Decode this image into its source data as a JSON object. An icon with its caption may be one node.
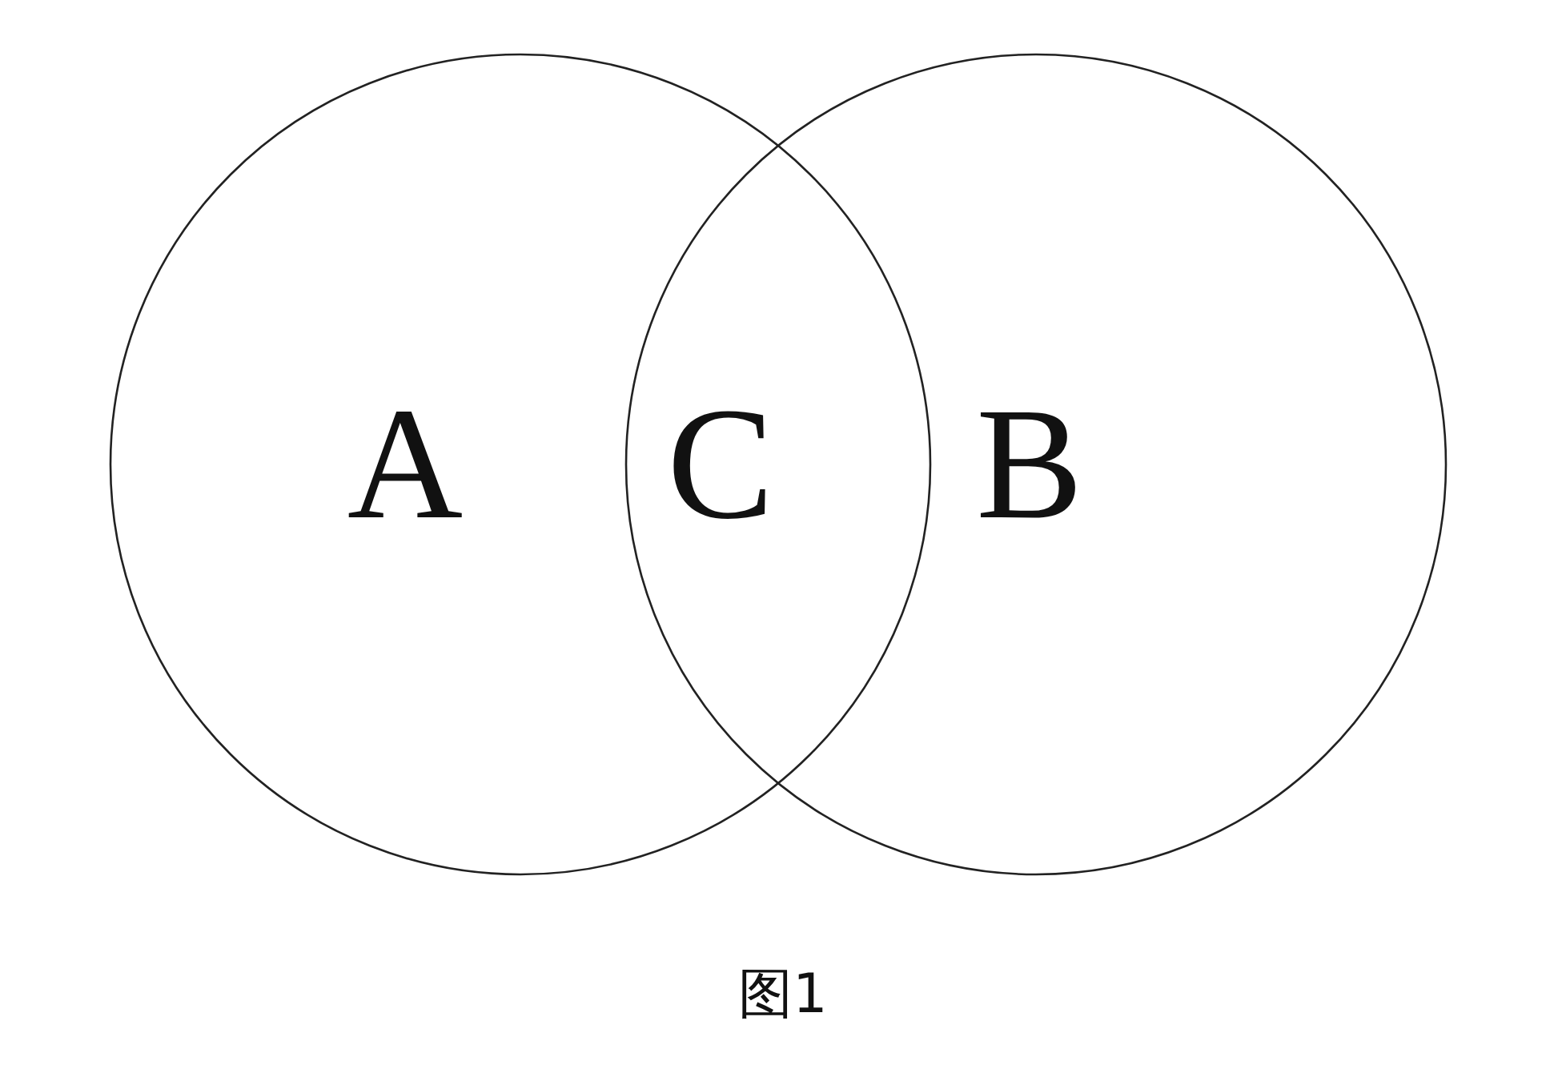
{
  "diagram": {
    "caption": "图1",
    "nodes": [
      {
        "text": [
          "A"
        ]
      },
      {
        "text": [
          "B"
        ]
      }
    ],
    "labels": [
      "C"
    ]
  }
}
